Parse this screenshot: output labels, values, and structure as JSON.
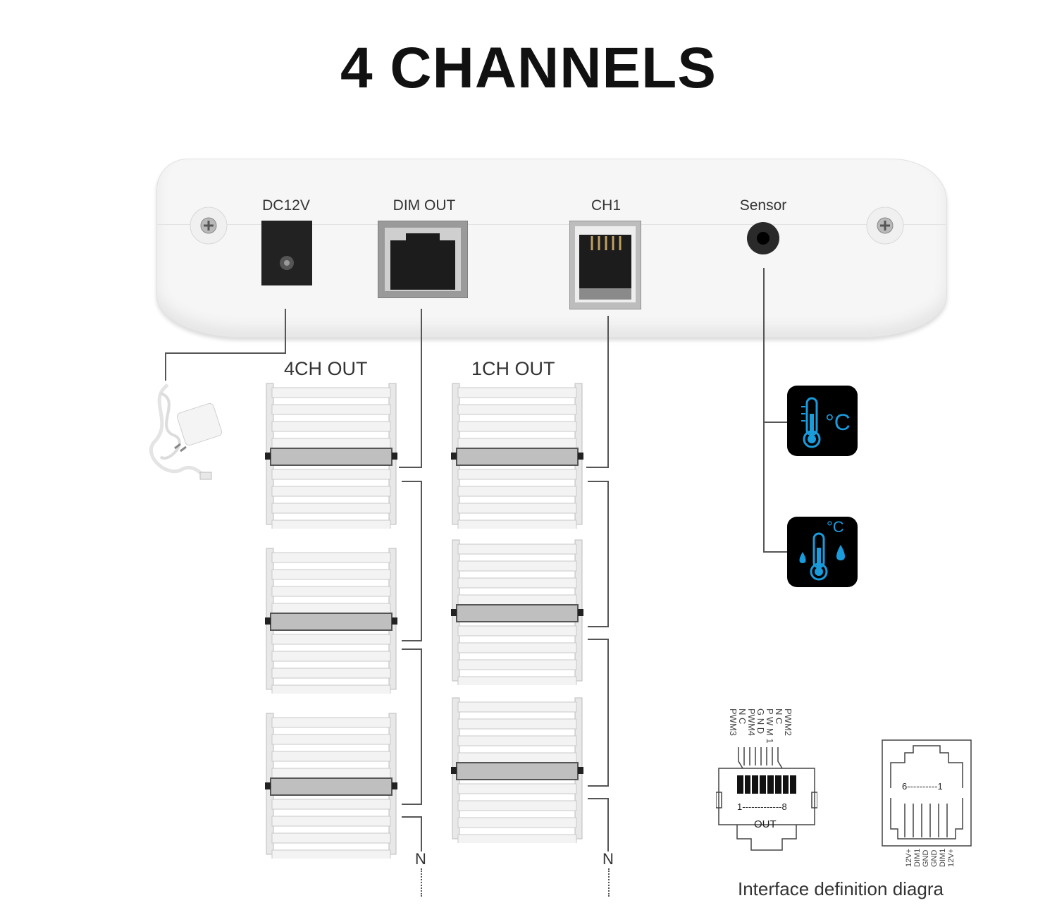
{
  "title": "4 CHANNELS",
  "ports": {
    "dc12v": "DC12V",
    "dim_out": "DIM OUT",
    "ch1": "CH1",
    "sensor": "Sensor"
  },
  "outputs": {
    "four_ch": "4CH OUT",
    "one_ch": "1CH OUT",
    "n_left": "N",
    "n_right": "N"
  },
  "sensors": {
    "temp_unit": "°C",
    "humidity_unit": "°C"
  },
  "rj45": {
    "pins": [
      "PWM3",
      "N C",
      "PWM4",
      "G N D",
      "P W M 1",
      "N C",
      "PWM2"
    ],
    "range": "1-------------8",
    "label": "OUT"
  },
  "rj12": {
    "range": "6----------1",
    "pins": [
      "12V+",
      "DIM1",
      "GND",
      "GND",
      "DIM1",
      "12V+"
    ]
  },
  "caption": "Interface definition diagra",
  "colors": {
    "icon_blue": "#1a9bdc",
    "icon_bg": "#000000"
  }
}
